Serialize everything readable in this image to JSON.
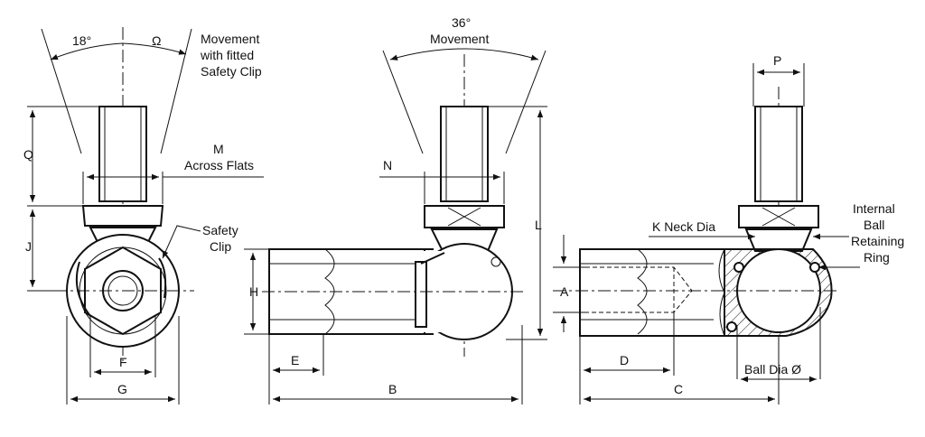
{
  "labels": {
    "angle_18": "18°",
    "angle_omega": "Ω",
    "movement_fitted_1": "Movement",
    "movement_fitted_2": "with fitted",
    "movement_fitted_3": "Safety Clip",
    "angle_36": "36°",
    "movement": "Movement",
    "p": "P",
    "q": "Q",
    "j": "J",
    "m": "M",
    "across_flats": "Across Flats",
    "safety_clip_1": "Safety",
    "safety_clip_2": "Clip",
    "n": "N",
    "l": "L",
    "h": "H",
    "e": "E",
    "b": "B",
    "f": "F",
    "g": "G",
    "k_neck": "K Neck Dia",
    "internal_1": "Internal",
    "internal_2": "Ball",
    "internal_3": "Retaining",
    "internal_4": "Ring",
    "a": "A",
    "d": "D",
    "c": "C",
    "ball_dia": "Ball Dia Ø"
  }
}
